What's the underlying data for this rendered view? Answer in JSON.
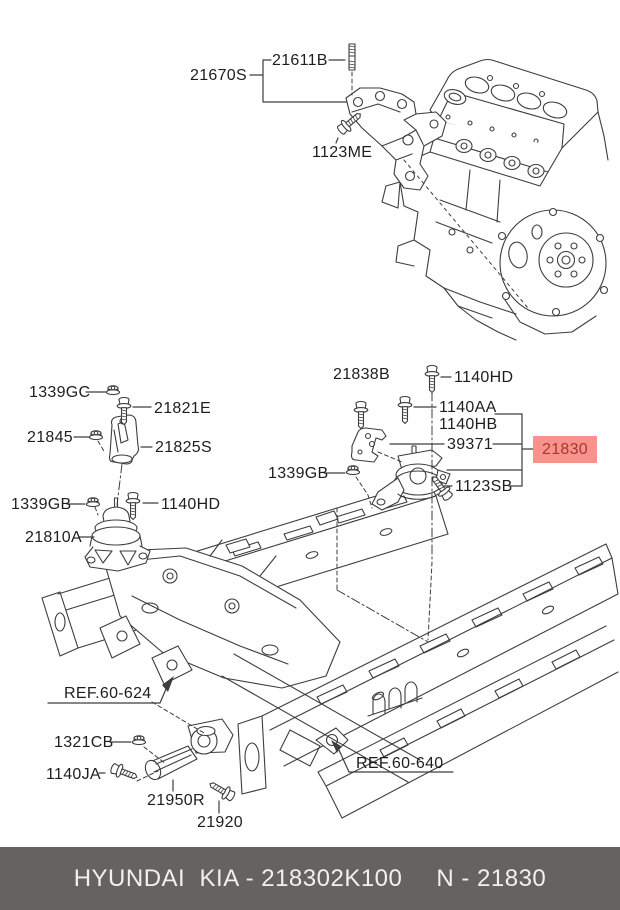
{
  "diagram": {
    "description_labels": {
      "ref_60_624": "REF.60-624",
      "ref_60_640": "REF.60-640"
    },
    "labels": {
      "p21611B": "21611B",
      "p21670S": "21670S",
      "p1123ME": "1123ME",
      "p1339GC": "1339GC",
      "p21821E": "21821E",
      "p21845": "21845",
      "p21825S": "21825S",
      "p1339GB_left": "1339GB",
      "p1140HD_left": "1140HD",
      "p21810A": "21810A",
      "p21838B": "21838B",
      "p1140HD_right": "1140HD",
      "p1140AA": "1140AA",
      "p1140HB": "1140HB",
      "p39371": "39371",
      "p1123SB": "1123SB",
      "p1339GB_right": "1339GB",
      "p1321CB": "1321CB",
      "p1140JA": "1140JA",
      "p21950R": "21950R",
      "p21920": "21920"
    },
    "highlight": {
      "part": "21830"
    }
  },
  "colors": {
    "highlight_bg": "#F9918C",
    "highlight_text": "#A23A32",
    "line": "#3D3D3D",
    "footer_bg": "#66625F",
    "footer_text": "#F2F0EE"
  },
  "footer": {
    "brand_and_part": "HYUNDAI  KIA - 218302K100",
    "catalog_ref": "N - 21830"
  }
}
